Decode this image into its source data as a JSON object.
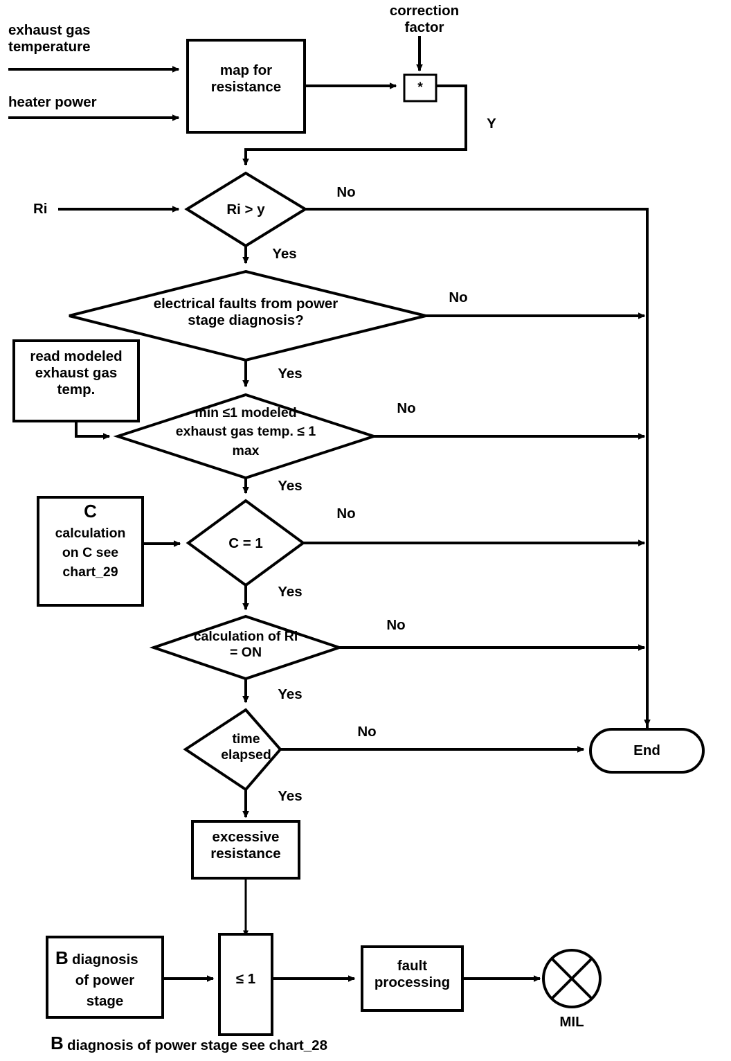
{
  "diagram": {
    "title_caption": "B diagnosis of power stage see chart_28",
    "inputs": {
      "exhaust_gas_temperature": "exhaust gas\ntemperature",
      "heater_power": "heater power",
      "correction_factor": "correction\nfactor",
      "ri": "Ri"
    },
    "nodes": {
      "map_for_resistance": "map for\nresistance",
      "multiply": "*",
      "y_label": "Y",
      "decision_ri_gt_y": "Ri > y",
      "decision_electrical_faults": "electrical faults from power\nstage diagnosis?",
      "read_modeled_exhaust_gas_temp": "read modeled\nexhaust gas\ntemp.",
      "decision_min_max": {
        "line1": "min ≤1  modeled",
        "line2": "exhaust gas temp. ≤ 1",
        "line3": "max"
      },
      "c_calculation": {
        "marker": "C",
        "line1": "calculation",
        "line2": "on C see",
        "line3": "chart_29"
      },
      "decision_c_eq_1": "C = 1",
      "decision_calculation_of_ri": "calculation of Ri\n= ON",
      "decision_time_elapsed": "time\nelapsed",
      "excessive_resistance": "excessive\nresistance",
      "b_diagnosis_of_power_stage": {
        "marker": "B",
        "line1": "diagnosis",
        "line2": "of power",
        "line3": "stage"
      },
      "junction_le_1": "≤ 1",
      "fault_processing": "fault\nprocessing",
      "mil_label": "MIL",
      "end": "End"
    },
    "branch_labels": {
      "no": "No",
      "yes": "Yes"
    },
    "branches": [
      {
        "from": "decision_ri_gt_y",
        "no": "No",
        "yes": "Yes"
      },
      {
        "from": "decision_electrical_faults",
        "no": "No",
        "yes": "Yes"
      },
      {
        "from": "decision_min_max",
        "no": "No",
        "yes": "Yes"
      },
      {
        "from": "decision_c_eq_1",
        "no": "No",
        "yes": "Yes"
      },
      {
        "from": "decision_calculation_of_ri",
        "no": "No",
        "yes": "Yes"
      },
      {
        "from": "decision_time_elapsed",
        "no": "No",
        "yes": "Yes"
      }
    ],
    "colors": {
      "stroke": "#000000",
      "fill": "#ffffff",
      "background": "#ffffff"
    }
  }
}
